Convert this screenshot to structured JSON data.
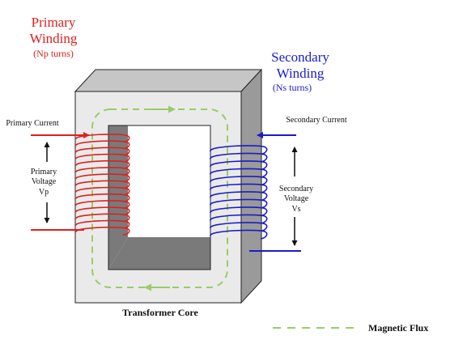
{
  "primary": {
    "title_line1": "Primary",
    "title_line2": "Winding",
    "turns": "(Np turns)",
    "current_label": "Primary Current",
    "voltage_line1": "Primary",
    "voltage_line2": "Voltage",
    "voltage_line3": "Vp",
    "color": "#e02020"
  },
  "secondary": {
    "title_line1": "Secondary",
    "title_line2": "Winding",
    "turns": "(Ns turns)",
    "current_label": "Secondary Current",
    "voltage_line1": "Secondary",
    "voltage_line2": "Voltage",
    "voltage_line3": "Vs",
    "color": "#1a1ad0"
  },
  "core": {
    "label": "Transformer Core",
    "front_color": "#eaeaea",
    "side_color": "#9a9a9a",
    "top_color": "#c6c6c6",
    "hole_shade": "#7a7a7a"
  },
  "legend": {
    "flux_label": "Magnetic Flux",
    "flux_color": "#99cc66"
  }
}
